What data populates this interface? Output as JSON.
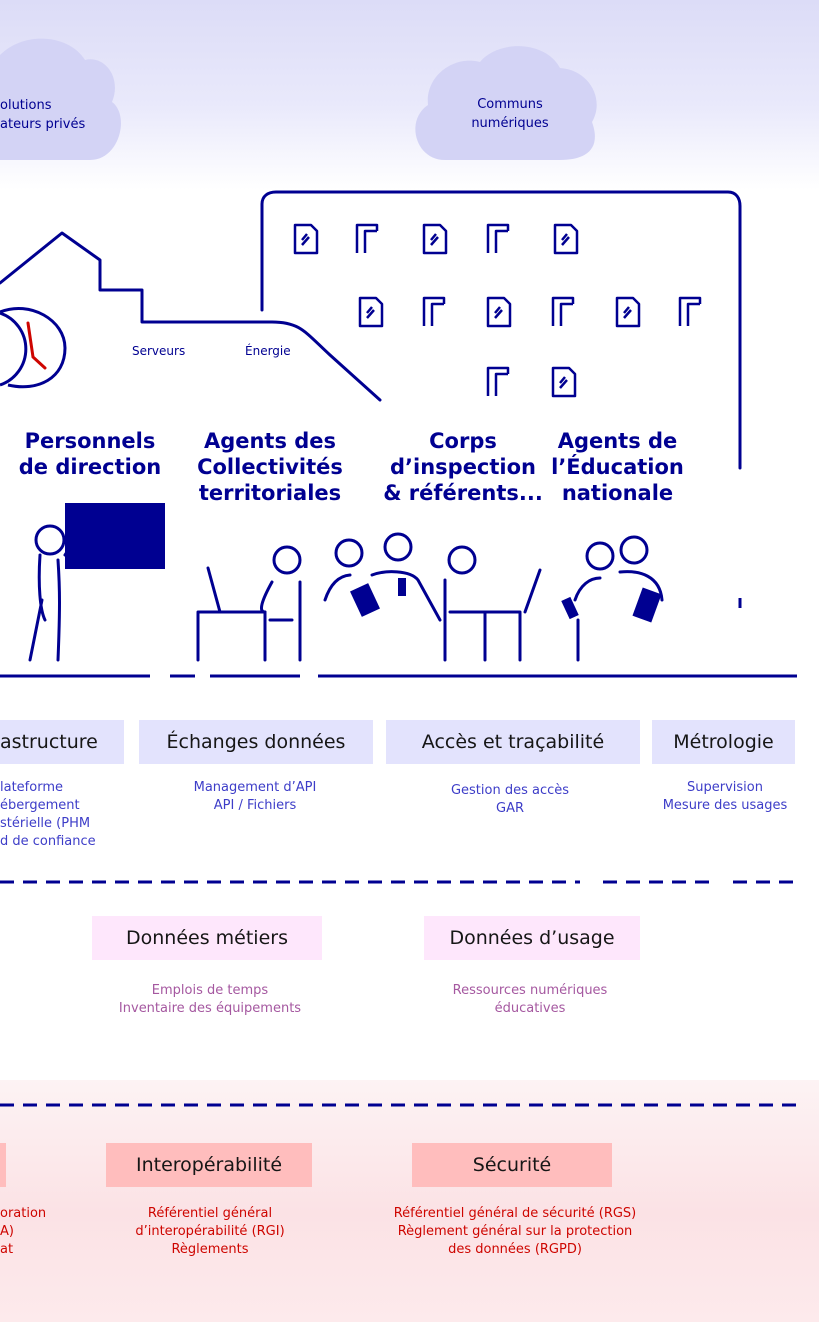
{
  "colors": {
    "navy": "#000091",
    "desc_blue": "#3d3dc8",
    "desc_magenta": "#a558a0",
    "desc_red": "#ce0500",
    "pill_blue": "#e3e3fd",
    "pill_pink": "#fee7fc",
    "pill_red": "#ffbdbd"
  },
  "clouds": {
    "left": [
      "olutions",
      "ateurs privés"
    ],
    "right": [
      "Communs",
      "numériques"
    ]
  },
  "building_labels": {
    "servers": "Serveurs",
    "energy": "Énergie"
  },
  "actors": [
    {
      "lines": [
        "Personnels",
        "de direction"
      ]
    },
    {
      "lines": [
        "Agents des",
        "Collectivités",
        "territoriales"
      ]
    },
    {
      "lines": [
        "Corps",
        "d’inspection",
        "& référents..."
      ]
    },
    {
      "lines": [
        "Agents de",
        "l’Éducation",
        "nationale"
      ]
    }
  ],
  "services": [
    {
      "title": "astructure",
      "desc": [
        "lateforme",
        "ébergement",
        "stérielle (PHM",
        "d de confiance"
      ]
    },
    {
      "title": "Échanges données",
      "desc": [
        "Management d’API",
        "API / Fichiers"
      ]
    },
    {
      "title": "Accès et traçabilité",
      "desc": [
        "Gestion des accès",
        "GAR"
      ]
    },
    {
      "title": "Métrologie",
      "desc": [
        "Supervision",
        "Mesure des usages"
      ]
    }
  ],
  "data_layer": [
    {
      "title": "Données métiers",
      "desc": [
        "Emplois de temps",
        "Inventaire des équipements"
      ]
    },
    {
      "title": "Données d’usage",
      "desc": [
        "Ressources numériques",
        "éducatives"
      ]
    }
  ],
  "framework": {
    "left_desc": [
      "oration",
      "A)",
      "at"
    ],
    "items": [
      {
        "title": "Interopérabilité",
        "desc": [
          "Référentiel général",
          "d’interopérabilité (RGI)",
          "Règlements"
        ]
      },
      {
        "title": "Sécurité",
        "desc": [
          "Référentiel général de sécurité (RGS)",
          "Règlement général sur la protection",
          "des données (RGPD)"
        ]
      }
    ]
  }
}
